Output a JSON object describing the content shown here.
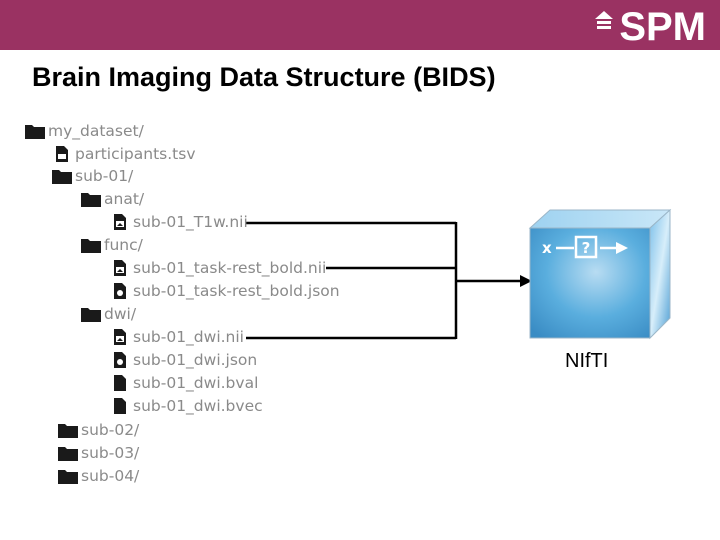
{
  "header": {
    "logo_text": "SPM",
    "bar_color": "#9a3262"
  },
  "title": "Brain Imaging Data Structure (BIDS)",
  "tree": [
    {
      "label": "my_dataset/",
      "type": "folder"
    },
    {
      "label": "participants.tsv",
      "type": "tsv-file"
    },
    {
      "label": "sub-01/",
      "type": "folder"
    },
    {
      "label": "anat/",
      "type": "folder"
    },
    {
      "label": "sub-01_T1w.nii",
      "type": "image-file"
    },
    {
      "label": "func/",
      "type": "folder"
    },
    {
      "label": "sub-01_task-rest_bold.nii",
      "type": "image-file"
    },
    {
      "label": "sub-01_task-rest_bold.json",
      "type": "json-file"
    },
    {
      "label": "dwi/",
      "type": "folder"
    },
    {
      "label": "sub-01_dwi.nii",
      "type": "image-file"
    },
    {
      "label": "sub-01_dwi.json",
      "type": "json-file"
    },
    {
      "label": "sub-01_dwi.bval",
      "type": "file"
    },
    {
      "label": "sub-01_dwi.bvec",
      "type": "file"
    },
    {
      "label": "sub-02/",
      "type": "folder"
    },
    {
      "label": "sub-03/",
      "type": "folder"
    },
    {
      "label": "sub-04/",
      "type": "folder"
    }
  ],
  "cube": {
    "input_label": "x",
    "box_symbol": "?",
    "color": "#4aa3d8"
  },
  "nifti_label": "NIfTI"
}
